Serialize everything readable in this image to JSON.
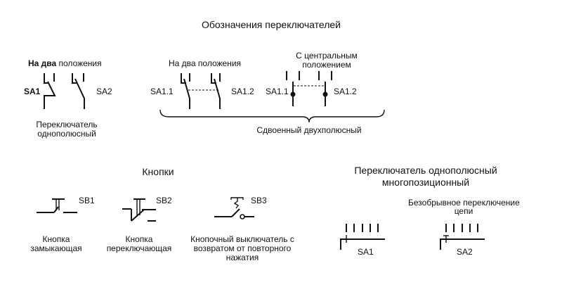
{
  "title": "Обозначения переключателей",
  "single_pole": {
    "heading_bold": "На два",
    "heading_rest": " положения",
    "labels": [
      "SA1",
      "SA2"
    ],
    "caption": [
      "Переключатель",
      "однополюсный"
    ]
  },
  "double_pole": {
    "two_position": {
      "heading": "На два положения",
      "labels": [
        "SA1.1",
        "SA1.2"
      ]
    },
    "center_position": {
      "heading": [
        "С центральным",
        "положением"
      ],
      "labels": [
        "SA1.1",
        "SA1.2"
      ]
    },
    "caption": "Сдвоенный двухполюсный"
  },
  "buttons": {
    "heading": "Кнопки",
    "items": [
      {
        "label": "SB1",
        "caption_bold": "Кнопка",
        "caption": [
          "Кнопка",
          "замыкающая"
        ]
      },
      {
        "label": "SB2",
        "caption": [
          "Кнопка",
          "переключающая"
        ]
      },
      {
        "label": "SB3",
        "caption": [
          "Кнопочный выключатель с",
          "возвратом от повторного",
          "нажатия"
        ]
      }
    ]
  },
  "multiposition": {
    "heading": [
      "Переключатель однополюсный",
      "многопозиционный"
    ],
    "items": [
      {
        "label": "SA1"
      },
      {
        "label": "SA2",
        "caption": [
          "Безобрывное переключение",
          "цепи"
        ]
      }
    ]
  }
}
